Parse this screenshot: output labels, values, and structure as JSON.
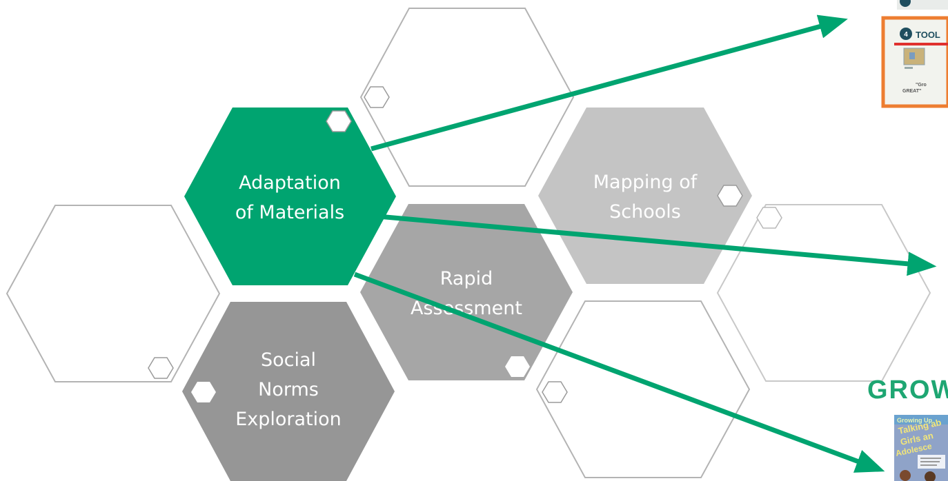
{
  "colors": {
    "green": "#00a470",
    "dark_gray": "#969696",
    "medium_gray": "#a6a6a6",
    "light_gray": "#c4c4c4",
    "outline": "#b3b3b3",
    "orange": "#ed7d31",
    "grow_green": "#00a470"
  },
  "hexagons": {
    "adaptation": {
      "line1": "Adaptation",
      "line2": "of Materials"
    },
    "mapping": {
      "line1": "Mapping of",
      "line2": "Schools"
    },
    "rapid": {
      "line1": "Rapid",
      "line2": "Assessment"
    },
    "social": {
      "line1": "Social",
      "line2": "Norms",
      "line3": "Exploration"
    }
  },
  "thumbnails": {
    "tool_badge": "4",
    "tool_label": "TOOL",
    "tool_quote_1": "\"Gro",
    "tool_quote_2": "GREAT\"",
    "grow_title": "GROW U",
    "book_banner": "Growing Up",
    "book_title_1": "Talking ab",
    "book_title_2": "Girls an",
    "book_title_3": "Adolesce"
  }
}
